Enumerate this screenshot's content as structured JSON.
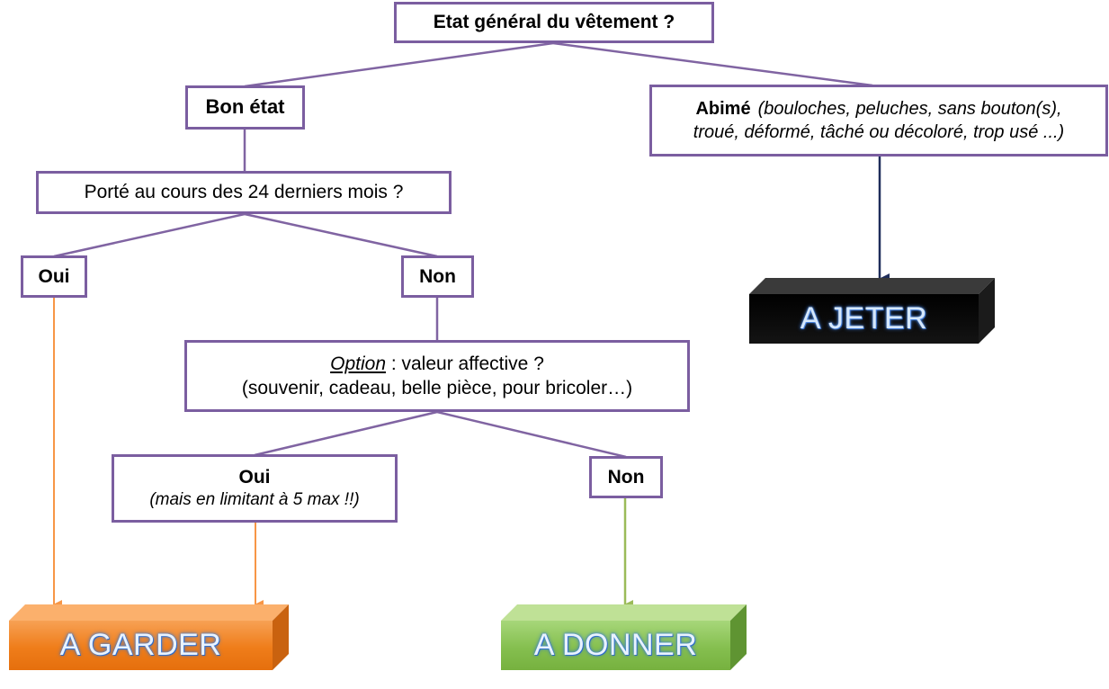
{
  "nodes": {
    "root": "Etat général du vêtement ?",
    "good": "Bon état",
    "damaged_title": "Abimé",
    "damaged_detail_1": "(bouloches, peluches, sans bouton(s),",
    "damaged_detail_2": "troué, déformé, tâché ou décoloré, trop usé ...)",
    "worn_question": "Porté au cours des 24 derniers mois ?",
    "yes_1": "Oui",
    "no_1": "Non",
    "option_label": "Option",
    "option_question": " : valeur affective ?",
    "option_detail": "(souvenir, cadeau, belle pièce, pour bricoler…)",
    "yes_2": "Oui",
    "yes_2_detail": "(mais en limitant à 5 max !!)",
    "no_2": "Non"
  },
  "outcomes": {
    "jeter": "A JETER",
    "garder": "A GARDER",
    "donner": "A DONNER"
  },
  "colors": {
    "box_border": "#7b5ea0",
    "connector": "#8064a2",
    "arrow_garder": "#f79646",
    "arrow_donner": "#9bbb59",
    "arrow_jeter": "#1f2d5a",
    "block_jeter": "#000000",
    "block_garder": "#ef7d1a",
    "block_donner": "#85bf4f"
  }
}
